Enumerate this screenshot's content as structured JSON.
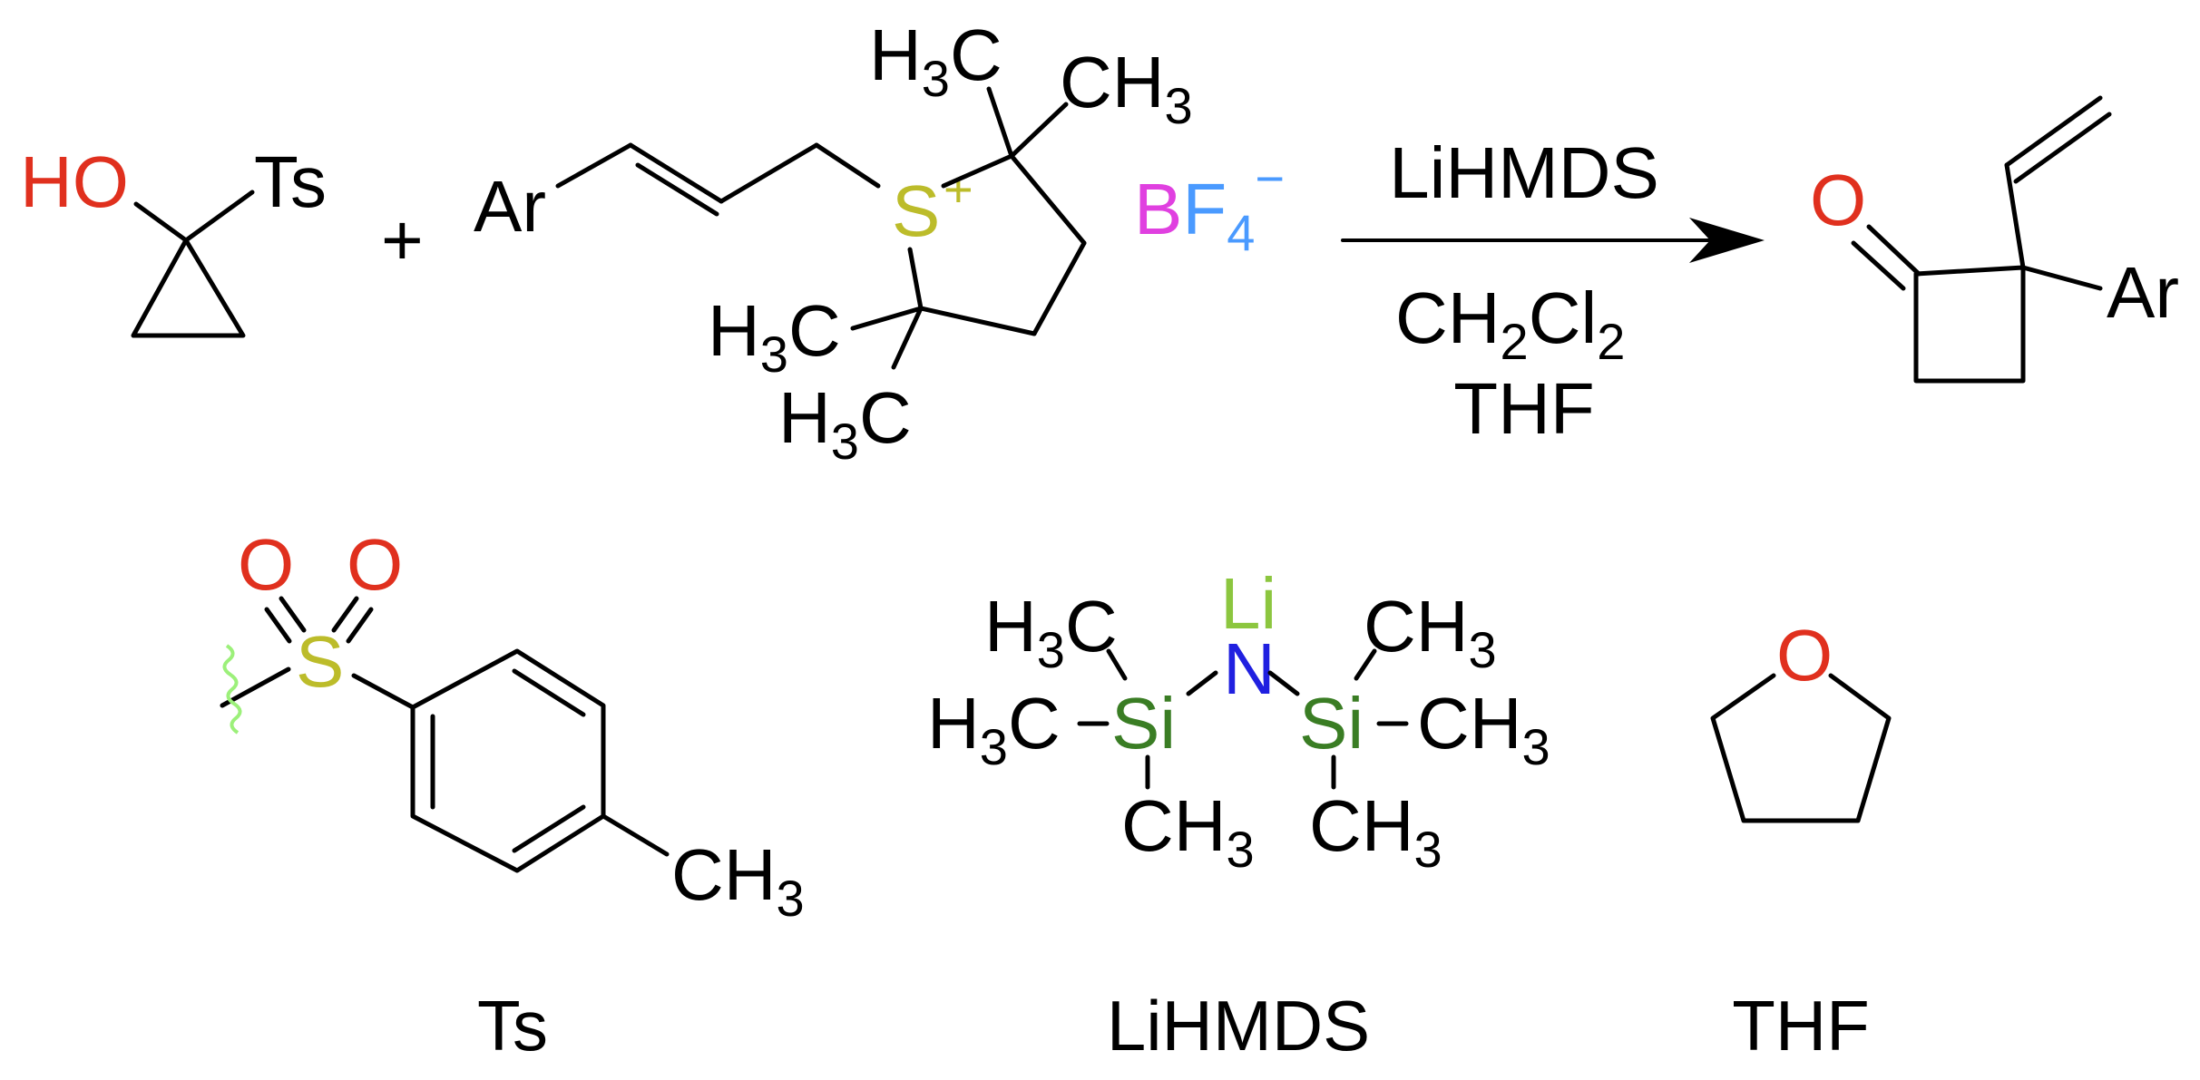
{
  "colors": {
    "bond": "#000000",
    "oxygen": "#e0301e",
    "sulfur": "#bcbc2a",
    "boron": "#e040e0",
    "fluorine": "#4a9aff",
    "nitrogen": "#2020e0",
    "lithium": "#8cc63f",
    "silicon": "#3a7d24",
    "wavy": "#9cf07a"
  },
  "reactant1": {
    "oh": "HO",
    "ts": "Ts"
  },
  "plus": "+",
  "reactant2": {
    "ar": "Ar",
    "s": "S",
    "s_charge": "+",
    "h3c_top": "H",
    "h3c_top_sub": "3",
    "h3c_top_c": "C",
    "ch3_top": "CH",
    "ch3_top_sub": "3",
    "h3c_mid": "H",
    "h3c_mid_sub": "3",
    "h3c_mid_c": "C",
    "h3c_bot": "H",
    "h3c_bot_sub": "3",
    "h3c_bot_c": "C"
  },
  "counterion": {
    "b": "B",
    "f": "F",
    "sub": "4",
    "charge": "−"
  },
  "conditions": {
    "above": "LiHMDS",
    "solvent1": "CH",
    "solvent1_sub1": "2",
    "solvent1_mid": "Cl",
    "solvent1_sub2": "2",
    "solvent2": "THF"
  },
  "product": {
    "o": "O",
    "ar": "Ar"
  },
  "ts_structure": {
    "o_left": "O",
    "o_right": "O",
    "s": "S",
    "ch3": "CH",
    "ch3_sub": "3",
    "caption": "Ts"
  },
  "lihmds_structure": {
    "li": "Li",
    "n": "N",
    "si_left": "Si",
    "si_right": "Si",
    "h3c_ul": "H",
    "h3c_ul_sub": "3",
    "h3c_ul_c": "C",
    "h3c_l": "H",
    "h3c_l_sub": "3",
    "h3c_l_c": "C",
    "ch3_ll": "CH",
    "ch3_ll_sub": "3",
    "ch3_ur": "CH",
    "ch3_ur_sub": "3",
    "ch3_r": "CH",
    "ch3_r_sub": "3",
    "ch3_lr": "CH",
    "ch3_lr_sub": "3",
    "caption": "LiHMDS"
  },
  "thf_structure": {
    "o": "O",
    "caption": "THF"
  }
}
